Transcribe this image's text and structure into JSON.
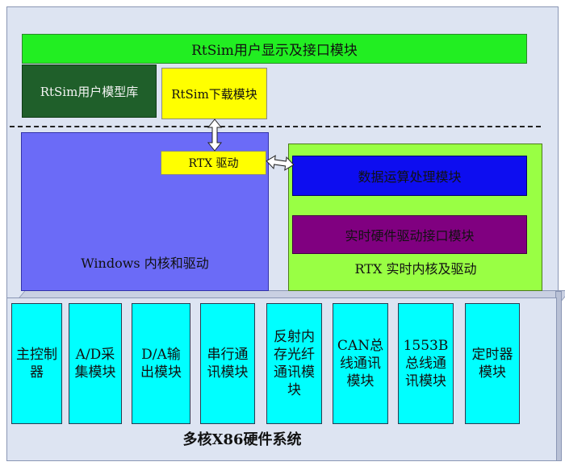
{
  "diagram": {
    "top_bar": "RtSim用户显示及接口模块",
    "model_library": "RtSim用户模型库",
    "download_module": "RtSim下载模块",
    "windows_kernel": "Windows 内核和驱动",
    "rtx_driver": "RTX 驱动",
    "rtx_kernel": "RTX 实时内核及驱动",
    "data_processing": "数据运算处理模块",
    "realtime_hw_interface": "实时硬件驱动接口模块",
    "hardware_system": "多核X86硬件系统",
    "hardware_modules": [
      "主控制器",
      "A/D采集模块",
      "D/A输出模块",
      "串行通讯模块",
      "反射内存光纤通讯模块",
      "CAN总线通讯模块",
      "1553B总线通讯模块",
      "定时器模块"
    ]
  },
  "colors": {
    "top_bar": "#22ee22",
    "model_library": "#1f5f2a",
    "download": "#ffff00",
    "windows": "#6b6bf7",
    "rtx": "#99ff44",
    "data_processing": "#0d0df0",
    "realtime_hw": "#800080",
    "hardware_module": "#00ffff"
  }
}
